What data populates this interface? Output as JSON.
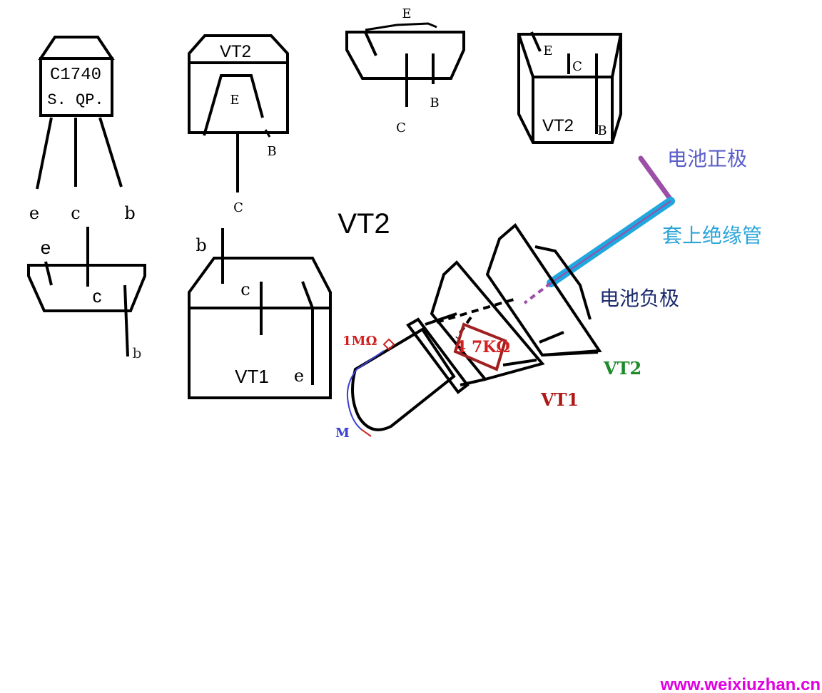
{
  "diagram": {
    "to92_front": {
      "model": "C1740",
      "maker": "S. QP.",
      "pin_e": "e",
      "pin_c": "c",
      "pin_b": "b"
    },
    "vt2_front": {
      "title": "VT2",
      "label_e": "E",
      "label_b": "B",
      "label_c": "C"
    },
    "top_view_1": {
      "label_e": "E",
      "label_c": "C",
      "label_b": "B"
    },
    "top_view_2": {
      "label_e": "E",
      "label_c": "C",
      "label_b": "B",
      "label_vt": "VT2"
    },
    "center_label": "VT2",
    "top_view_3": {
      "label_e": "e",
      "label_c": "c",
      "label_b": "b"
    },
    "vt1_large": {
      "label_b": "b",
      "label_c": "c",
      "label_vt": "VT1",
      "label_e": "e"
    },
    "assembly": {
      "battery_positive": "电池正极",
      "insulation_sleeve": "套上绝缘管",
      "battery_negative": "电池负极",
      "resistor_1m": "1MΩ",
      "resistor_47k": "4 7KΩ",
      "motor_label": "M",
      "vt2_label": "VT2",
      "vt1_label": "VT1"
    },
    "watermark": "www.weixiuzhan.cn"
  },
  "colors": {
    "ink": "#000000",
    "purple": "#9b4fa6",
    "blue_tube": "#1fa7e0",
    "red": "#d02020",
    "dark_red": "#a02020",
    "navy": "#1c2c6e",
    "light_blue_text": "#2aa4d9",
    "periwinkle": "#5a5ec9",
    "green": "#1e8a2a",
    "magenta": "#e000e0",
    "wire_blue": "#3b3fd0"
  }
}
